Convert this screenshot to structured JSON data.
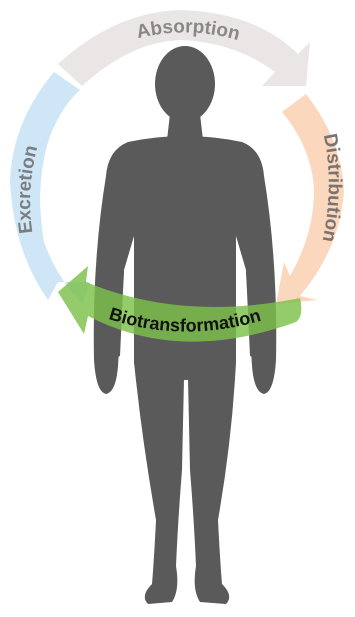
{
  "diagram": {
    "stages": [
      {
        "id": "absorption",
        "label": "Absorption",
        "color": "#e9e6e5",
        "text_color": "#8a8886"
      },
      {
        "id": "distribution",
        "label": "Distribution",
        "color": "#fbd8bd",
        "text_color": "#7a7370"
      },
      {
        "id": "biotransformation",
        "label": "Biotransformation",
        "color": "#7cbf4a",
        "text_color": "#111111"
      },
      {
        "id": "excretion",
        "label": "Excretion",
        "color": "#cfe6f6",
        "text_color": "#7b7e80"
      }
    ],
    "figure_color": "#5a5a5a"
  }
}
